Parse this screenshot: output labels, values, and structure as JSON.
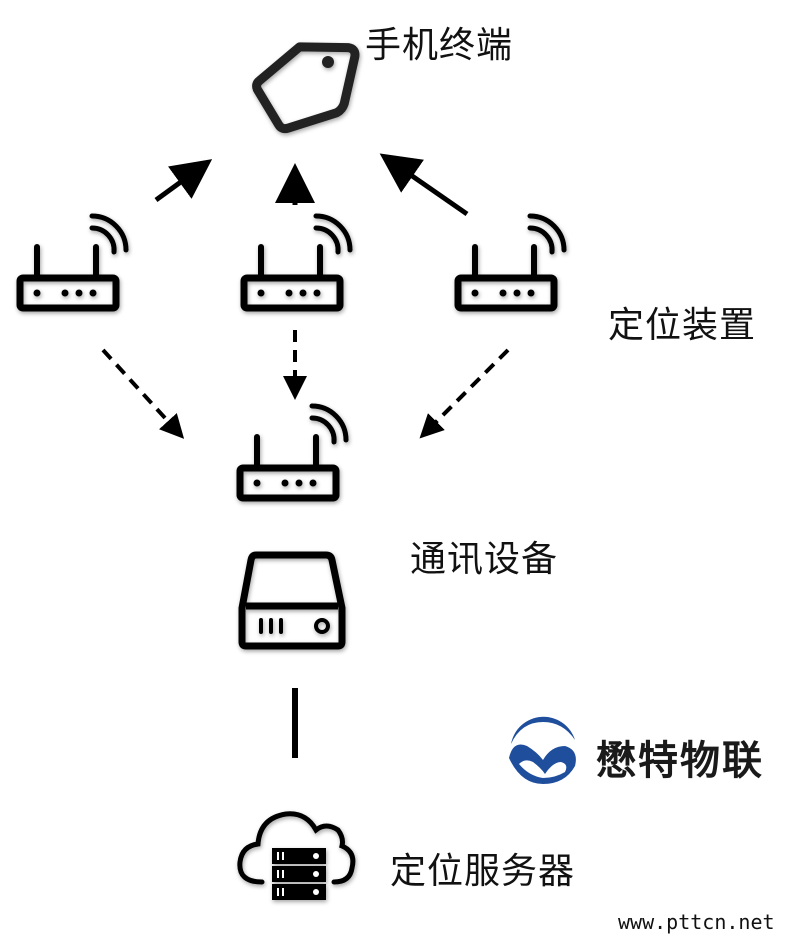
{
  "diagram": {
    "nodes": {
      "terminal": {
        "label": "手机终端",
        "icon": "tag-icon"
      },
      "locators": {
        "label": "定位装置",
        "icon": "router-icon",
        "count": 3
      },
      "comm": {
        "label": "通讯设备",
        "icons": [
          "router-icon",
          "hard-drive-icon"
        ]
      },
      "server": {
        "label": "定位服务器",
        "icon": "cloud-server-icon"
      }
    },
    "edges": [
      {
        "from": "locator-1",
        "to": "terminal",
        "style": "solid-arrow"
      },
      {
        "from": "locator-2",
        "to": "terminal",
        "style": "solid-arrow"
      },
      {
        "from": "locator-3",
        "to": "terminal",
        "style": "solid-arrow"
      },
      {
        "from": "locator-1",
        "to": "comm",
        "style": "dashed-arrow"
      },
      {
        "from": "locator-2",
        "to": "comm",
        "style": "dashed-arrow"
      },
      {
        "from": "locator-3",
        "to": "comm",
        "style": "dashed-arrow"
      },
      {
        "from": "comm",
        "to": "server",
        "style": "solid-line"
      }
    ]
  },
  "brand": {
    "name": "懋特物联",
    "logo_color": "#1f4e9c"
  },
  "watermark": "www.pttcn.net"
}
